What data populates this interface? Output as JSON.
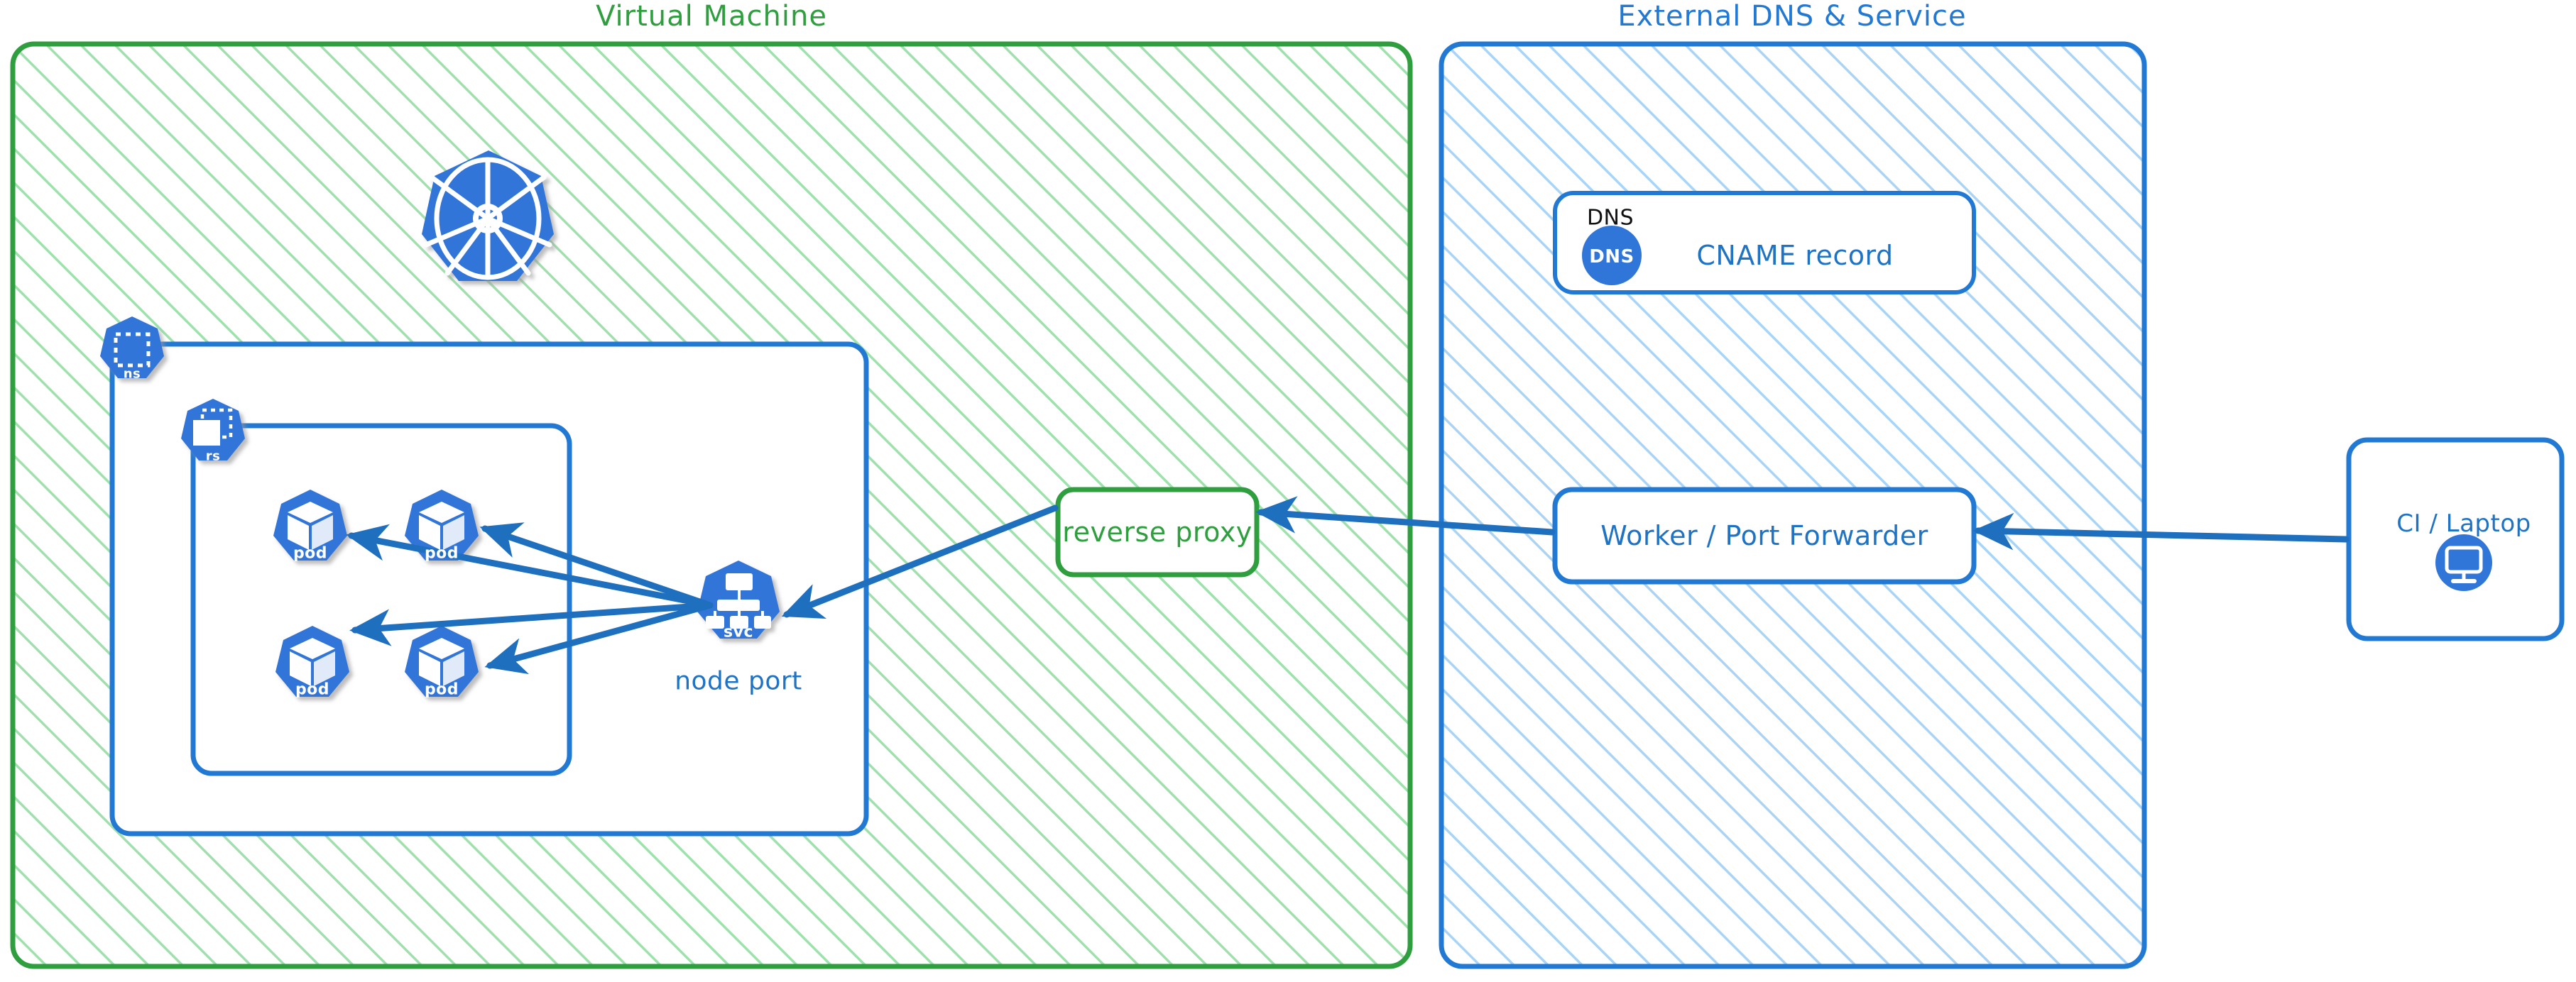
{
  "diagram": {
    "title_left": "Virtual Machine",
    "title_right": "External DNS & Service",
    "colors": {
      "green_border": "#2e9e3e",
      "green_hatch": "#9fe0ad",
      "blue_border": "#2279d4",
      "blue_hatch": "#a9d4f5",
      "k8s_blue": "#3075d8",
      "arrow_blue": "#1f6fbf",
      "white": "#ffffff",
      "black": "#111111"
    }
  },
  "vm_panel": {
    "label": "Virtual Machine",
    "namespace_badge": {
      "label": "ns",
      "icon": "namespace-icon"
    },
    "replicaset_badge": {
      "label": "rs",
      "icon": "replicaset-icon"
    },
    "kubernetes_logo": {
      "icon": "kubernetes-helm-icon"
    },
    "pods": [
      {
        "label": "pod",
        "icon": "pod-cube-icon"
      },
      {
        "label": "pod",
        "icon": "pod-cube-icon"
      },
      {
        "label": "pod",
        "icon": "pod-cube-icon"
      },
      {
        "label": "pod",
        "icon": "pod-cube-icon"
      }
    ],
    "service": {
      "label": "svc",
      "icon": "service-tree-icon",
      "caption": "node port"
    },
    "reverse_proxy": {
      "label": "reverse proxy"
    }
  },
  "dns_panel": {
    "label": "External DNS & Service",
    "dns_card": {
      "kind": "DNS",
      "badge": "DNS",
      "record": "CNAME record",
      "icon": "dns-badge-icon"
    },
    "worker": {
      "label": "Worker / Port Forwarder"
    }
  },
  "client": {
    "label": "CI / Laptop",
    "icon": "monitor-icon"
  },
  "connections": [
    {
      "from": "svc",
      "to": "pod-top-left",
      "style": "arrow"
    },
    {
      "from": "svc",
      "to": "pod-top-right",
      "style": "arrow"
    },
    {
      "from": "svc",
      "to": "pod-bottom-left",
      "style": "arrow"
    },
    {
      "from": "svc",
      "to": "pod-bottom-right",
      "style": "arrow"
    },
    {
      "from": "reverse-proxy",
      "to": "svc",
      "style": "arrow"
    },
    {
      "from": "worker",
      "to": "reverse-proxy",
      "style": "arrow"
    },
    {
      "from": "ci-laptop",
      "to": "worker",
      "style": "arrow"
    }
  ]
}
